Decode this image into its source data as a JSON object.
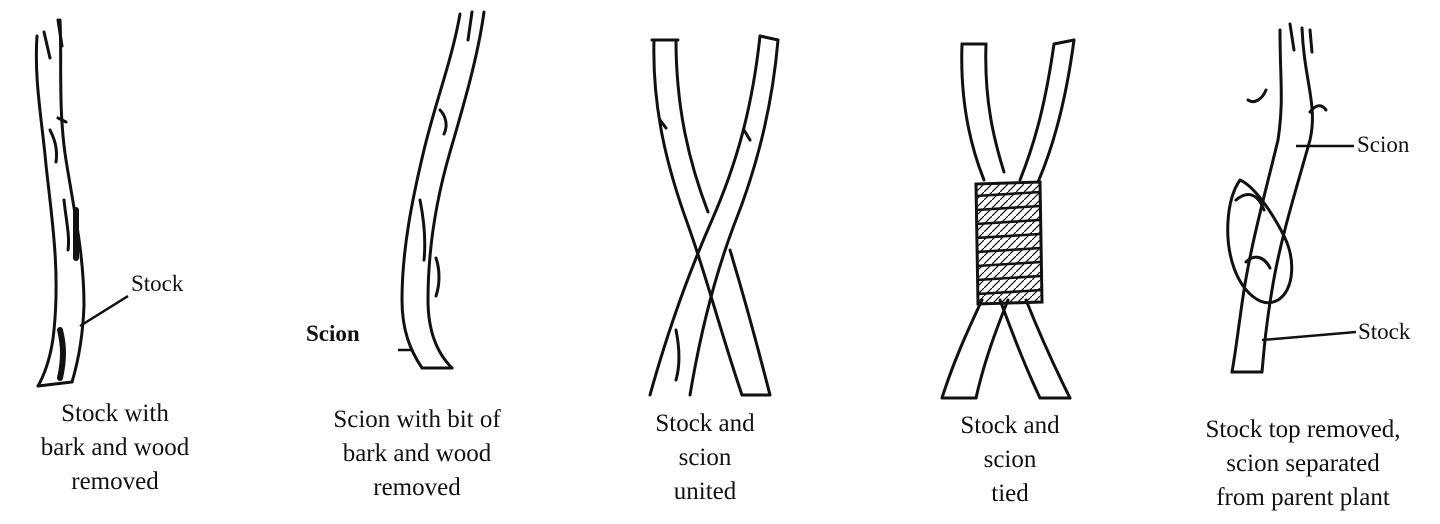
{
  "figure": {
    "stages": [
      {
        "lines": [
          "Stock with",
          "bark and wood",
          "removed"
        ],
        "labels": [
          "Stock"
        ]
      },
      {
        "lines": [
          "Scion with bit of",
          "bark and wood",
          "removed"
        ],
        "labels": [
          "Scion"
        ]
      },
      {
        "lines": [
          "Stock and",
          "scion",
          "united"
        ],
        "labels": []
      },
      {
        "lines": [
          "Stock and",
          "scion",
          "tied"
        ],
        "labels": []
      },
      {
        "lines": [
          "Stock top removed,",
          "scion separated",
          "from parent plant"
        ],
        "labels": [
          "Scion",
          "Stock"
        ]
      }
    ]
  }
}
